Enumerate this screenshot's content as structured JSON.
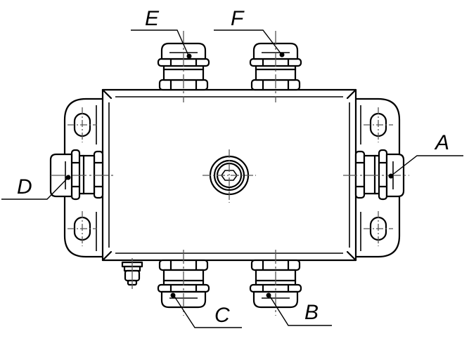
{
  "drawing": {
    "subject": "junction box with cable glands",
    "colors": {
      "line": "#000000",
      "centerline": "#555555",
      "background": "#ffffff"
    }
  },
  "labels": {
    "A": "A",
    "B": "B",
    "C": "C",
    "D": "D",
    "E": "E",
    "F": "F"
  },
  "components": {
    "glands": [
      {
        "id": "A",
        "position": "right"
      },
      {
        "id": "B",
        "position": "bottom-right"
      },
      {
        "id": "C",
        "position": "bottom-left"
      },
      {
        "id": "D",
        "position": "left"
      },
      {
        "id": "E",
        "position": "top-left"
      },
      {
        "id": "F",
        "position": "top-right"
      }
    ],
    "mounting_holes": 4,
    "center_screw": "hex-socket screw",
    "ground_terminal": "grounding bolt"
  }
}
